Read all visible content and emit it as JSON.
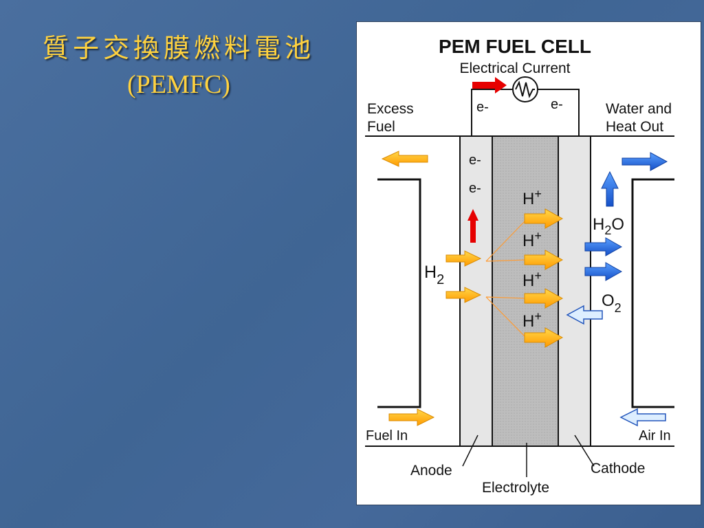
{
  "slide": {
    "title_line1": "質子交換膜燃料電池",
    "title_line2": "(PEMFC)"
  },
  "diagram": {
    "title": "PEM FUEL CELL",
    "subtitle": "Electrical Current",
    "electron_label": "e-",
    "excess_fuel_line1": "Excess",
    "excess_fuel_line2": "Fuel",
    "water_heat_line1": "Water and",
    "water_heat_line2": "Heat Out",
    "h_plus": "H",
    "plus_sign": "+",
    "h2_base": "H",
    "sub2": "2",
    "h2o_o": "O",
    "o2_base": "O",
    "fuel_in": "Fuel In",
    "air_in": "Air In",
    "anode": "Anode",
    "electrolyte": "Electrolyte",
    "cathode": "Cathode",
    "colors": {
      "fuel_arrow": "#ffb300",
      "electron_arrow": "#e60000",
      "water_arrow": "#2266dd",
      "oxygen_arrow": "#ddeeff",
      "electrolyte": "#bfbfbf",
      "electrode": "#e6e6e6"
    }
  }
}
